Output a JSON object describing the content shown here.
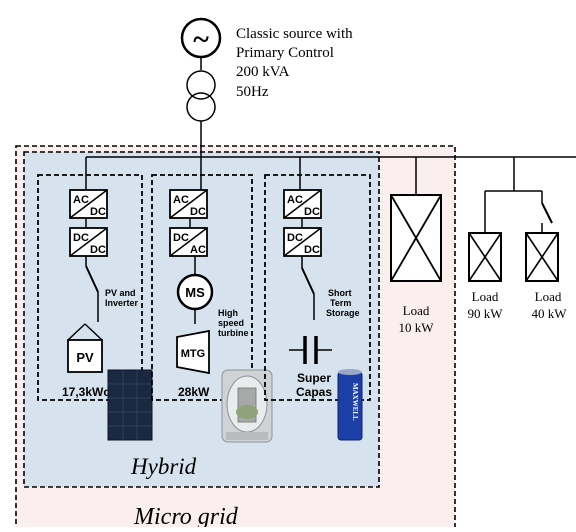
{
  "source": {
    "line1": "Classic source with",
    "line2": "Primary Control",
    "line3": "200 kVA",
    "line4": "50Hz",
    "symbol": "~"
  },
  "colors": {
    "microgrid_fill": "#fbeeee",
    "hybrid_fill": "#d6e3ee",
    "line": "#000000",
    "pv_panel": "#1b2940",
    "capacitor": "#1d3fa8"
  },
  "converters": {
    "ac": "AC",
    "dc": "DC"
  },
  "columns": [
    {
      "conv1_top": "AC",
      "conv1_bot": "DC",
      "conv2_top": "DC",
      "conv2_bot": "DC",
      "desc": [
        "PV and",
        "Inverter"
      ],
      "device": "PV",
      "rating": "17,3kWc"
    },
    {
      "conv1_top": "AC",
      "conv1_bot": "DC",
      "conv2_top": "DC",
      "conv2_bot": "AC",
      "machine": "MS",
      "desc": [
        "High",
        "speed",
        "turbine"
      ],
      "device": "MTG",
      "rating": "28kW"
    },
    {
      "conv1_top": "AC",
      "conv1_bot": "DC",
      "conv2_top": "DC",
      "conv2_bot": "DC",
      "desc": [
        "Short",
        "Term",
        "Storage"
      ],
      "device_l1": "Super",
      "device_l2": "Capas"
    }
  ],
  "loads": [
    {
      "label": "Load",
      "power": "10 kW"
    },
    {
      "label": "Load",
      "power": "90 kW"
    },
    {
      "label": "Load",
      "power": "40 kW"
    }
  ],
  "hybrid_label": "Hybrid",
  "microgrid_label": "Micro grid",
  "capacitor_brand": "MAXWELL"
}
